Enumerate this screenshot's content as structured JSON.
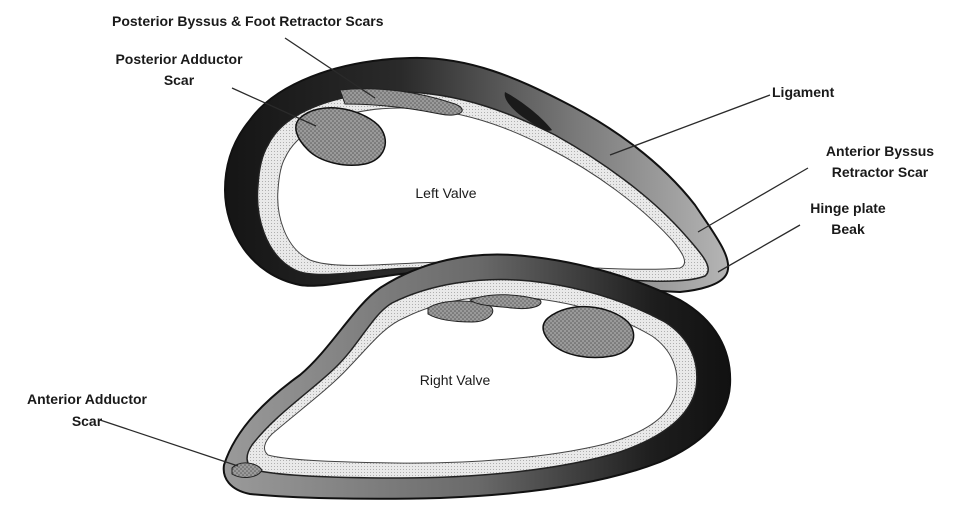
{
  "labels": {
    "posterior_byssus": "Posterior Byssus & Foot Retractor Scars",
    "posterior_adductor_line1": "Posterior Adductor",
    "posterior_adductor_line2": "Scar",
    "ligament": "Ligament",
    "anterior_byssus_line1": "Anterior Byssus",
    "anterior_byssus_line2": "Retractor Scar",
    "hinge_plate": "Hinge plate",
    "beak": "Beak",
    "anterior_adductor_line1": "Anterior Adductor",
    "anterior_adductor_line2": "Scar"
  },
  "valves": {
    "left": "Left Valve",
    "right": "Right Valve"
  },
  "colors": {
    "shell_dark": "#1c1c1c",
    "shell_mid": "#6f6f6f",
    "scar_fill": "#a9a9a9",
    "interior": "#ffffff",
    "outline": "#111111"
  }
}
